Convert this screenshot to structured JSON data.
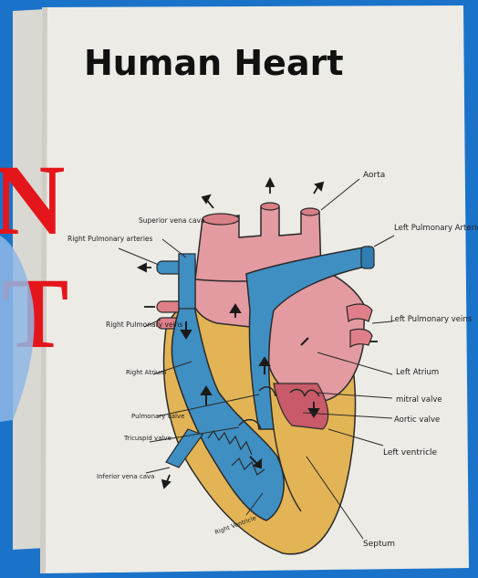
{
  "photo": {
    "title": "Human Heart",
    "background_color": "#1a73c9",
    "paper_color": "#ecebe6",
    "background_letters": [
      "N",
      "T"
    ],
    "colors": {
      "red_region": "#e39aa1",
      "blue_region": "#3f8fc2",
      "yellow_region": "#e3b455"
    }
  },
  "labels": {
    "aorta": "Aorta",
    "left_pulmonary_arteries": "Left Pulmonary Arteries",
    "superior_vena_cava": "Superior vena cava",
    "right_pulmonary_arteries": "Right Pulmonary arteries",
    "right_pulmonary_veins": "Right Pulmonary veins",
    "left_pulmonary_veins": "Left Pulmonary veins",
    "right_atrium": "Right Atrium",
    "left_atrium": "Left Atrium",
    "mitral_valve": "mitral valve",
    "aortic_valve": "Aortic valve",
    "pulmonary_valve": "Pulmonary valve",
    "tricuspid_valve": "Tricuspid valve",
    "left_ventricle": "Left ventricle",
    "inferior_vena_cava": "Inferior vena cava",
    "right_ventricle": "Right Ventricle",
    "septum": "Septum"
  }
}
